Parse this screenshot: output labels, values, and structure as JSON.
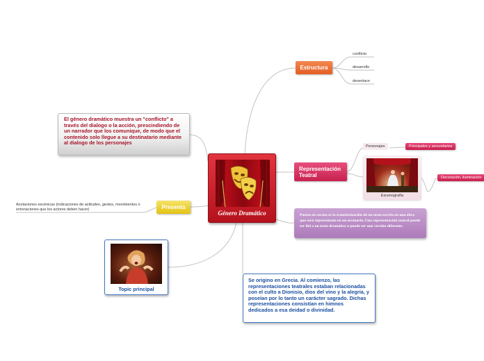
{
  "central": {
    "label": "Género Dramático",
    "icon": "theater-masks-icon"
  },
  "estructura": {
    "label": "Estructura",
    "children": [
      "conflicto",
      "desarrollo",
      "desenlace"
    ]
  },
  "representacion": {
    "label": "Representación Teatral",
    "personajes": "Personajes",
    "principales": "Principales y secundarios",
    "escenografia": "Escenografía",
    "decoracion": "Decoración, iluminación"
  },
  "definicion": "El género dramático muestra un \"conflicto\" a través del dialogo o la acción, prescindiendo de un narrador que los comunique, de modo que el contenido solo llegue a su destinatario mediante al dialogo de los personajes",
  "puesta": "Puesta en escena es la transformación de un texto escrito en una obra que será representada en un escenario. Una representación teatral puede ser fiel a un texto dramático o puede ser una versión diferente.",
  "origen": "Se origino en Grecia. Al comienzo, las representaciones teatrales estaban relacionadas con el culto a Dionisio, dios del vino y la alegría, y poseían por lo tanto un carácter sagrado. Dichas representaciones consistían en himnos dedicados a esa deidad o divinidad.",
  "presenta": {
    "label": "Presenta",
    "child": "Acotaciones escénicas (indicaciones de actitudes, gestos, movimientos o entonaciones que los actores deben hacer)"
  },
  "topic": {
    "label": "Topic principal"
  },
  "colors": {
    "central": "#c8141f",
    "estructura": "#e8682e",
    "representacion": "#d3315f",
    "presenta": "#e9cc22",
    "puesta": "#b686c4",
    "origen_border": "#3f77c0",
    "definicion_text": "#a8142a"
  }
}
